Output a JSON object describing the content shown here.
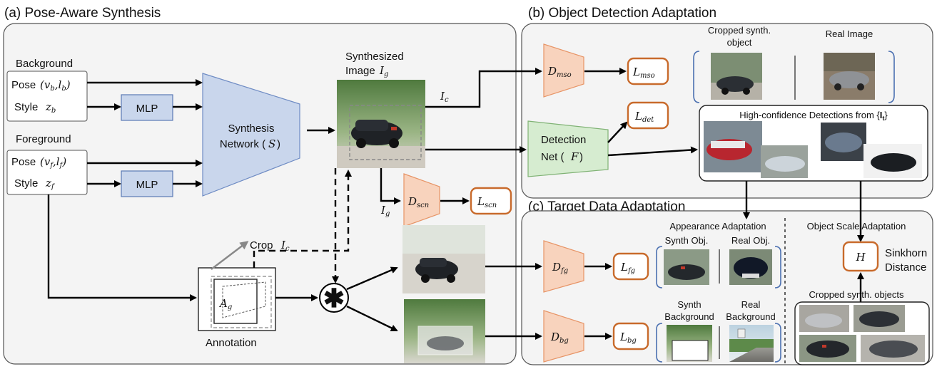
{
  "sections": {
    "a": "(a) Pose-Aware Synthesis",
    "b": "(b) Object Detection Adaptation",
    "c": "(c) Target Data Adaptation"
  },
  "background": {
    "title": "Background",
    "pose": "Pose",
    "pose_var": "(v_b, l_b)",
    "style": "Style",
    "style_var": "z_b"
  },
  "foreground": {
    "title": "Foreground",
    "pose": "Pose",
    "pose_var": "(v_f, l_f)",
    "style": "Style",
    "style_var": "z_f"
  },
  "mlp": "MLP",
  "synthesis": {
    "line1": "Synthesis",
    "line2": "Network (",
    "sym": "S",
    "close": ")"
  },
  "synth_image": {
    "line1": "Synthesized",
    "line2": "Image",
    "sym": "I_g"
  },
  "annotation": {
    "label": "Annotation",
    "crop": "Crop",
    "crop_sym": "I_c",
    "ag": "A_g"
  },
  "edges": {
    "ic": "I_c",
    "ig": "I_g"
  },
  "discriminators": {
    "mso": "D_mso",
    "scn": "D_scn",
    "fg": "D_fg",
    "bg": "D_bg"
  },
  "losses": {
    "mso": "L_mso",
    "det": "L_det",
    "scn": "L_scn",
    "fg": "L_fg",
    "bg": "L_bg"
  },
  "detection_net": {
    "line1": "Detection",
    "line2": "Net (",
    "sym": "F",
    "close": ")"
  },
  "obj_det": {
    "cropped": "Cropped synth.",
    "object": "object",
    "real": "Real Image"
  },
  "high_conf": "High-confidence Detections from {I_t}",
  "appearance": {
    "title": "Appearance Adaptation",
    "synth_obj": "Synth Obj.",
    "real_obj": "Real Obj."
  },
  "bg_adapt": {
    "synth1": "Synth",
    "synth2": "Background",
    "real1": "Real",
    "real2": "Background"
  },
  "scale": {
    "title": "Object Scale Adaptation",
    "h": "H",
    "sinkhorn1": "Sinkhorn",
    "sinkhorn2": "Distance",
    "cropped": "Cropped synth. objects"
  },
  "operator": "✱"
}
